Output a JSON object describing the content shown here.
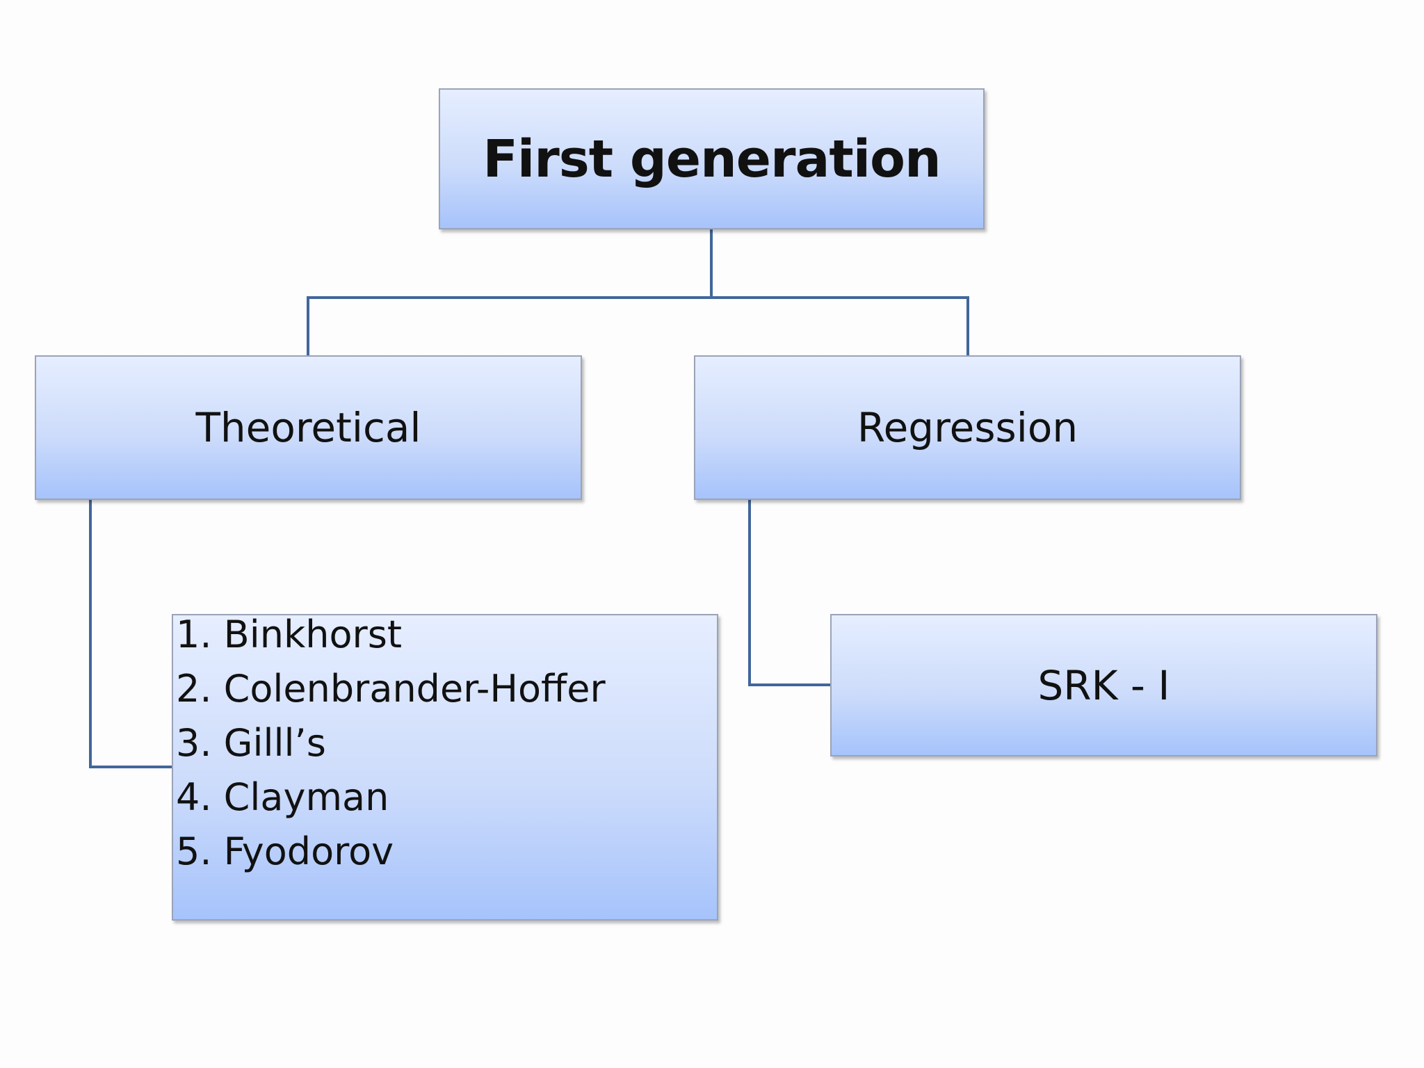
{
  "root": {
    "label": "First generation"
  },
  "branches": [
    {
      "label": "Theoretical"
    },
    {
      "label": "Regression"
    }
  ],
  "theoretical_items": [
    "1. Binkhorst",
    "2. Colenbrander-Hoffer",
    "3. Gilll’s",
    "4. Clayman",
    "5. Fyodorov"
  ],
  "regression_items": [
    {
      "label": "SRK - I"
    }
  ],
  "colors": {
    "connector": "#41679b",
    "box_top": "#e6eeff",
    "box_bottom": "#a6c3fb",
    "box_border": "#9aa3b8"
  }
}
